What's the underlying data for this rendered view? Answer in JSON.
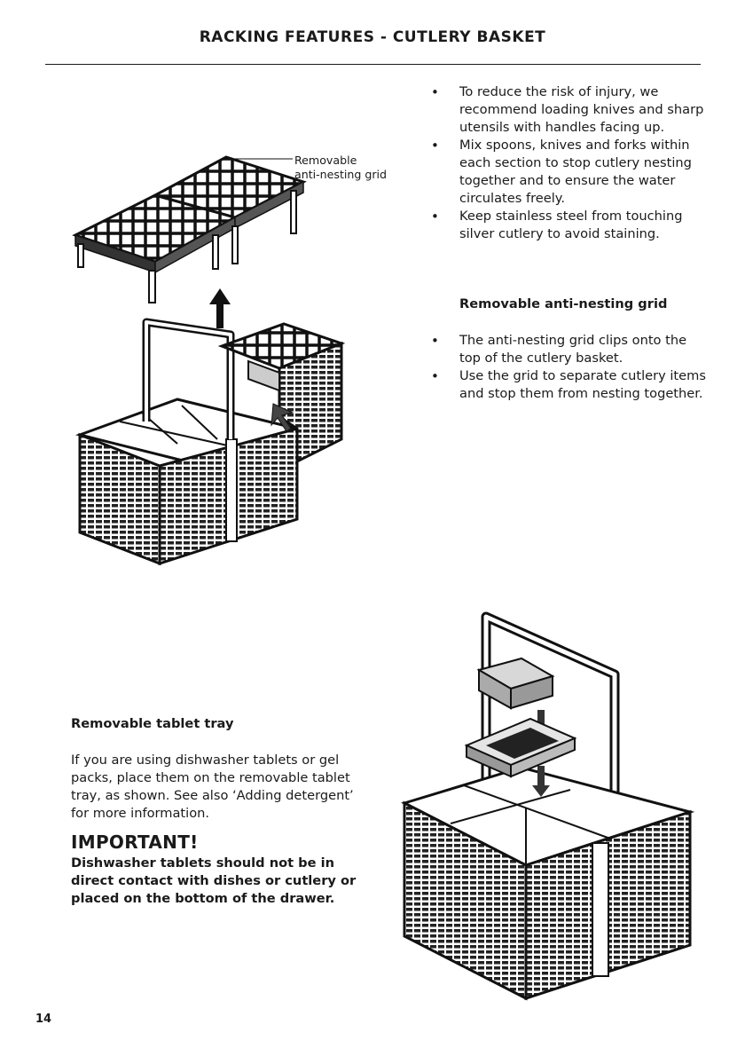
{
  "header": {
    "title": "RACKING FEATURES - CUTLERY BASKET"
  },
  "bullets_top": [
    "To reduce the risk of injury, we recommend loading knives and sharp utensils with handles facing up.",
    "Mix spoons, knives and forks within each section to stop cutlery nesting together and to ensure the water circulates freely.",
    "Keep stainless steel from touching silver cutlery to avoid staining."
  ],
  "grid_section": {
    "title": "Removable anti-nesting grid",
    "bullets": [
      "The anti-nesting grid clips onto the top of the cutlery basket.",
      "Use the grid to separate cutlery items and stop them from nesting together."
    ]
  },
  "figure_top": {
    "callout_line1": "Removable",
    "callout_line2": "anti-nesting grid"
  },
  "tablet_section": {
    "title": "Removable tablet tray",
    "body": "If you are using dishwasher tablets or gel packs, place them on the removable tablet tray, as shown. See also ‘Adding detergent’ for more information.",
    "important_title": "IMPORTANT!",
    "important_body": "Dishwasher tablets should not be in direct contact with dishes or cutlery or placed on the bottom of the drawer."
  },
  "footer": {
    "page_number": "14"
  }
}
